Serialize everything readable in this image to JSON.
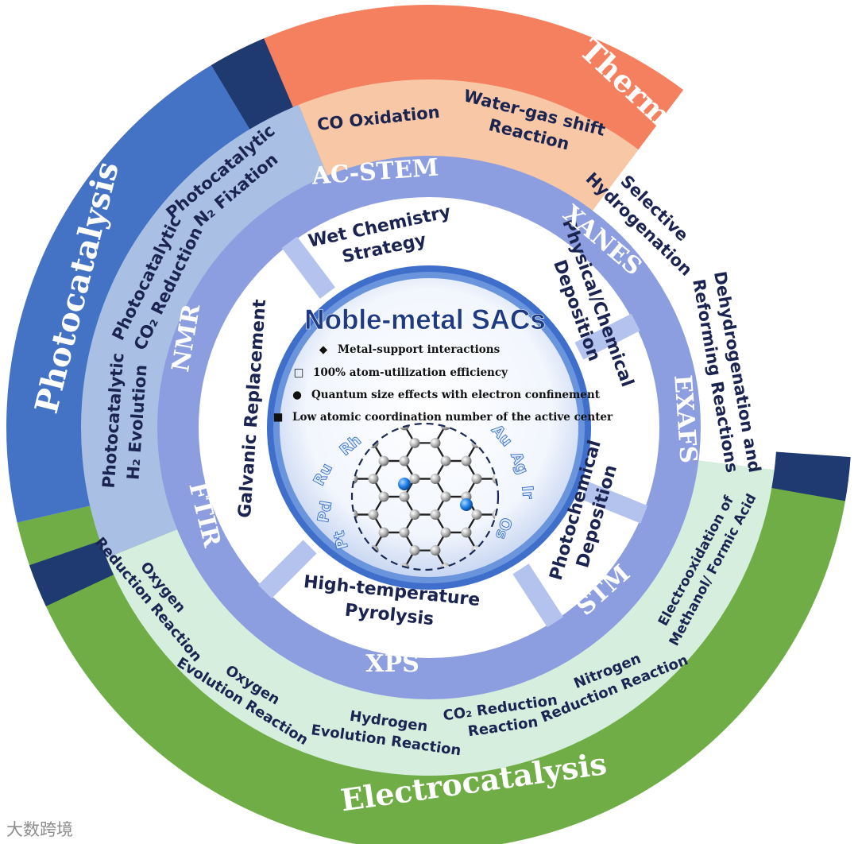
{
  "diagram": {
    "center_title": "Noble-metal SACs",
    "features": [
      {
        "text": "Metal-support interactions",
        "bullet": "◆"
      },
      {
        "text": "100% atom-utilization efficiency",
        "bullet": "□"
      },
      {
        "text": "Quantum size effects with electron confinement",
        "bullet": "●"
      },
      {
        "text": "Low atomic coordination number of the active center",
        "bullet": "■"
      }
    ],
    "metals": [
      "Ru",
      "Rh",
      "Pd",
      "Pt",
      "Au",
      "Ag",
      "Ir",
      "Os"
    ],
    "synthesis_methods": [
      {
        "lines": [
          "Wet  Chemistry",
          "Strategy"
        ]
      },
      {
        "lines": [
          "Physical/Chemical",
          "Deposition"
        ]
      },
      {
        "lines": [
          "Photochemical",
          "Deposition"
        ]
      },
      {
        "lines": [
          "High-temperature",
          "Pyrolysis"
        ]
      },
      {
        "lines": [
          "Galvanic Replacement"
        ]
      }
    ],
    "characterization": [
      "AC-STEM",
      "XANES",
      "EXAFS",
      "STM",
      "XPS",
      "FTIR",
      "NMR"
    ],
    "categories": {
      "photocatalysis": "Photocatalysis",
      "thermocatalysis": "Thermocatalysis",
      "electrocatalysis": "Electrocatalysis"
    },
    "photocatalysis_apps": [
      {
        "lines": [
          "Photocatalytic",
          "N₂ Fixation"
        ]
      },
      {
        "lines": [
          "Photocatalytic",
          "CO₂ Reduction"
        ]
      },
      {
        "lines": [
          "Photocatalytic",
          "H₂ Evolution"
        ]
      }
    ],
    "thermocatalysis_apps": [
      {
        "lines": [
          "CO Oxidation"
        ]
      },
      {
        "lines": [
          "Water-gas shift",
          "Reaction"
        ]
      },
      {
        "lines": [
          "Selective",
          "Hydrogenation"
        ]
      },
      {
        "lines": [
          "Dehydrogenation and",
          "Reforming Reactions"
        ]
      }
    ],
    "electrocatalysis_apps": [
      {
        "lines": [
          "Oxygen",
          "Reduction Reaction"
        ]
      },
      {
        "lines": [
          "Oxygen",
          "Evolution Reaction"
        ]
      },
      {
        "lines": [
          "Hydrogen",
          "Evolution Reaction"
        ]
      },
      {
        "lines": [
          "CO₂ Reduction",
          "Reaction"
        ]
      },
      {
        "lines": [
          "Nitrogen",
          "Reduction Reaction"
        ]
      },
      {
        "lines": [
          "Electrooxidation of",
          "Methanol/ Formic Acid"
        ]
      }
    ]
  },
  "colors": {
    "photo_outer": "#4472c4",
    "photo_inner": "#a9c0e4",
    "thermo_outer": "#f4805f",
    "thermo_inner": "#f7c7a6",
    "electro_outer": "#70ad47",
    "electro_inner": "#d6eedd",
    "divider": "#1f3a70",
    "tech_ring": "#8c9de0",
    "spoke": "#b4c3ee",
    "center_ring": "#4b78cf"
  },
  "watermark": "大数跨境"
}
